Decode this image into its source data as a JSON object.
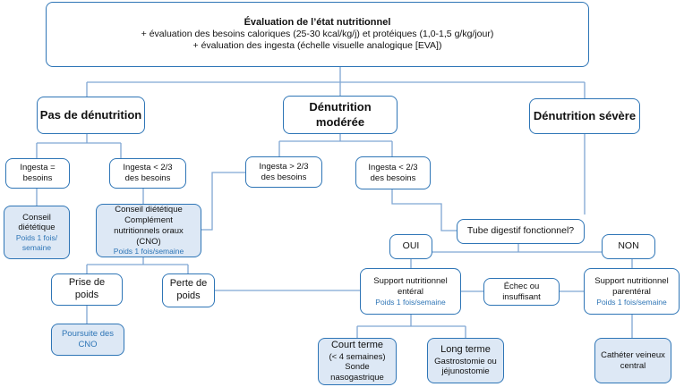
{
  "root": {
    "title": "Évaluation de l’état nutritionnel",
    "line2": "+ évaluation des besoins caloriques (25-30 kcal/kg/j) et protéiques (1,0-1,5 g/kg/jour)",
    "line3": "+ évaluation des ingesta (échelle visuelle analogique [EVA])"
  },
  "pas_denutrition": "Pas de dénutrition",
  "denutrition_moderee": {
    "line1": "Dénutrition",
    "line2": "modérée"
  },
  "denutrition_severe": "Dénutrition sévère",
  "ingesta_egal": {
    "line1": "Ingesta =",
    "line2": "besoins"
  },
  "ingesta_inf_1": {
    "line1": "Ingesta < 2/3",
    "line2": "des besoins"
  },
  "ingesta_sup": {
    "line1": "Ingesta > 2/3",
    "line2": "des besoins"
  },
  "ingesta_inf_2": {
    "line1": "Ingesta < 2/3",
    "line2": "des besoins"
  },
  "conseil": {
    "line1": "Conseil",
    "line2": "diététique",
    "freq1": "Poids 1 fois/",
    "freq2": "semaine"
  },
  "cno": {
    "line1": "Conseil diététique",
    "line2": "Complément",
    "line3": "nutritionnels oraux",
    "line4": "(CNO)",
    "freq": "Poids 1 fois/semaine"
  },
  "tube": "Tube digestif fonctionnel?",
  "oui": "OUI",
  "non": "NON",
  "prise_poids": {
    "line1": "Prise de",
    "line2": "poids"
  },
  "perte_poids": {
    "line1": "Perte de",
    "line2": "poids"
  },
  "enteral": {
    "line1": "Support nutritionnel",
    "line2": "entéral",
    "freq": "Poids 1 fois/semaine"
  },
  "echec": {
    "line1": "Échec ou",
    "line2": "insuffisant"
  },
  "parenteral": {
    "line1": "Support nutritionnel",
    "line2": "parentéral",
    "freq": "Poids 1 fois/semaine"
  },
  "poursuite": {
    "line1": "Poursuite des",
    "line2": "CNO"
  },
  "court_terme": {
    "line1": "Court terme",
    "line2": "(< 4 semaines)",
    "line3": "Sonde",
    "line4": "nasogastrique"
  },
  "long_terme": {
    "line1": "Long terme",
    "line2": "Gastrostomie ou",
    "line3": "jéjunostomie"
  },
  "catheter": {
    "line1": "Cathéter veineux",
    "line2": "central"
  },
  "colors": {
    "border": "#2e75b6",
    "light_fill": "#dde8f5",
    "accent_text": "#2e75b6",
    "connector": "#7fa6d3"
  }
}
